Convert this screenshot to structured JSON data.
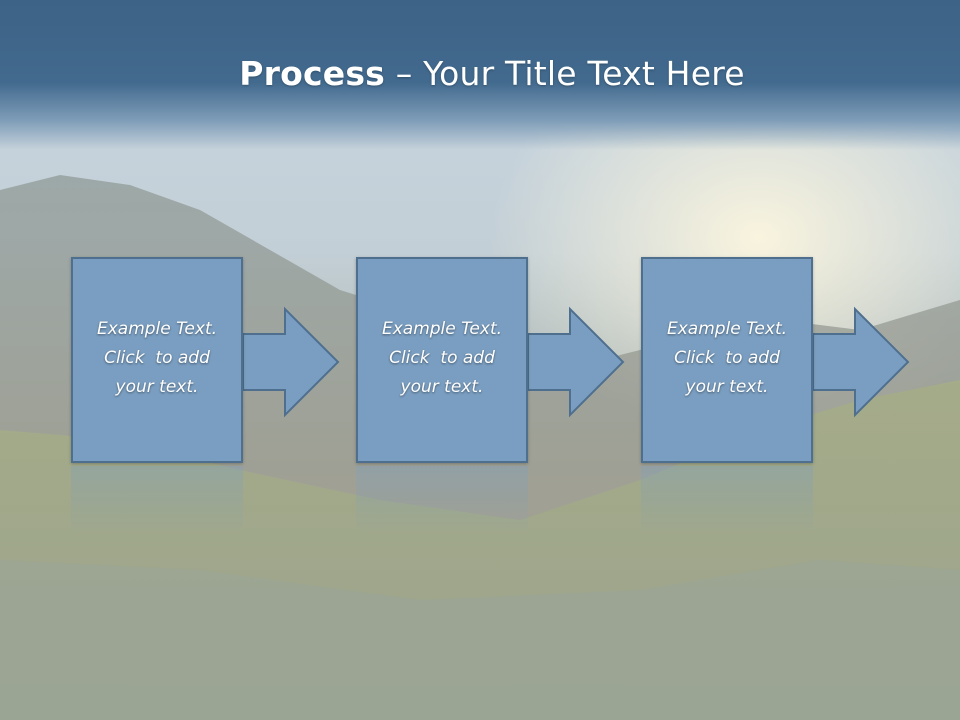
{
  "slide": {
    "title_bold": "Process",
    "title_rest": " – Your Title Text Here"
  },
  "steps": [
    {
      "lines": [
        "Example Text.",
        "Click  to add",
        "your text."
      ]
    },
    {
      "lines": [
        "Example Text.",
        "Click  to add",
        "your text."
      ]
    },
    {
      "lines": [
        "Example Text.",
        "Click  to add",
        "your text."
      ]
    }
  ],
  "colors": {
    "title_bar": "#426a8e",
    "box_fill": "#7a9ec1",
    "box_border": "#4f6f8f"
  }
}
